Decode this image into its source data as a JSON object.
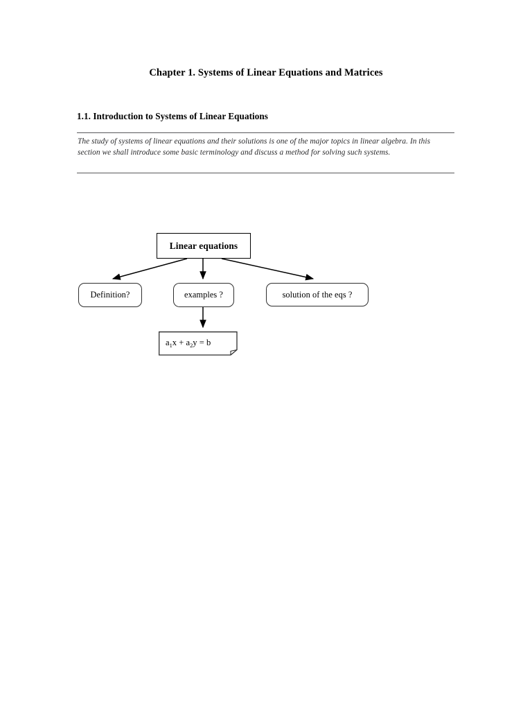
{
  "document": {
    "chapter_title": "Chapter 1. Systems of Linear Equations and Matrices",
    "section_title": "1.1. Introduction to Systems of Linear Equations",
    "abstract": "The study of systems of linear equations and their solutions is one of the major topics in linear algebra. In this section we shall introduce some basic terminology and discuss a method for solving such systems."
  },
  "diagram": {
    "type": "tree",
    "root": {
      "id": "linear-equations",
      "label": "Linear equations",
      "shape": "rectangle",
      "bold": true
    },
    "children": [
      {
        "id": "definition",
        "label": "Definition?",
        "shape": "rounded-rectangle"
      },
      {
        "id": "examples",
        "label": "examples ?",
        "shape": "rounded-rectangle"
      },
      {
        "id": "solution",
        "label": "solution of the eqs ?",
        "shape": "rounded-rectangle"
      }
    ],
    "leaf": {
      "id": "general-equation",
      "shape": "folded-corner-document",
      "equation_parts": {
        "a": "a",
        "sub1": "1",
        "x": "x",
        "plus": " + ",
        "a2": "a",
        "sub2": "2",
        "y": "y",
        "equals": " = ",
        "b": "b"
      },
      "equation_plain": "a1x + a2y = b"
    },
    "edges": [
      {
        "from": "linear-equations",
        "to": "definition",
        "arrow": true
      },
      {
        "from": "linear-equations",
        "to": "examples",
        "arrow": true
      },
      {
        "from": "linear-equations",
        "to": "solution",
        "arrow": true
      },
      {
        "from": "examples",
        "to": "general-equation",
        "arrow": true
      }
    ],
    "colors": {
      "line": "#000000",
      "node_border": "#2e2e2e",
      "root_border": "#000000",
      "background": "#ffffff",
      "rule": "#58585a"
    }
  }
}
